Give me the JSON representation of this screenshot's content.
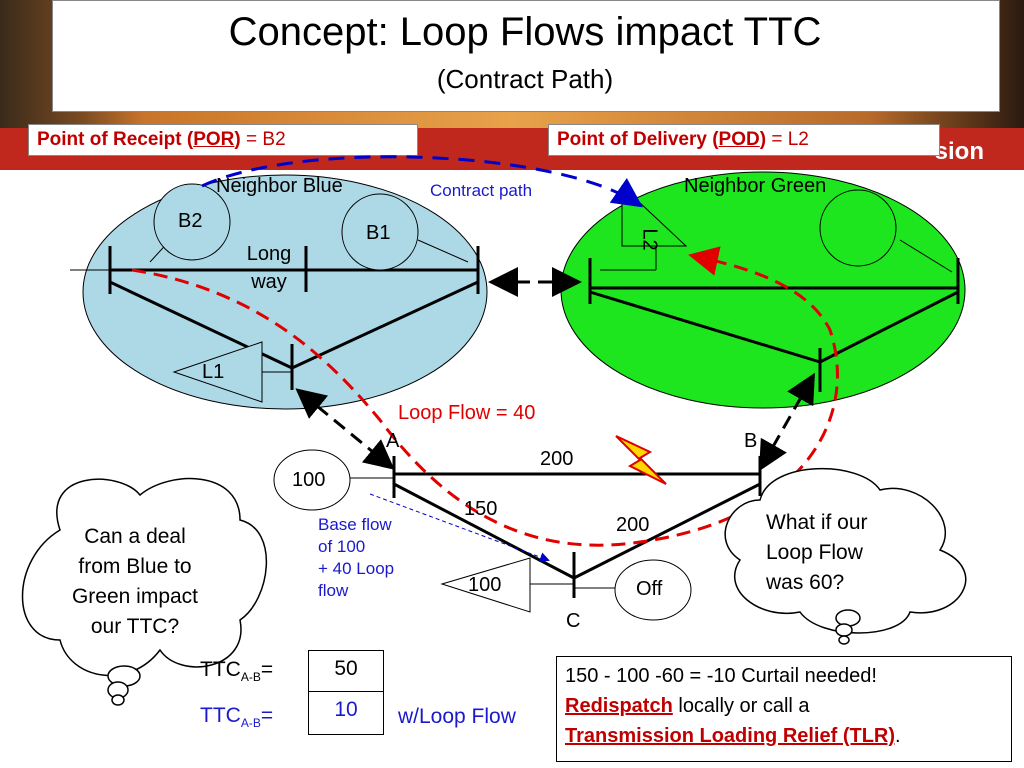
{
  "title": "Concept:  Loop Flows impact TTC",
  "subtitle": "(Contract Path)",
  "banner_word": "sion",
  "por": {
    "prefix": "Point of Receipt (",
    "abbr": "POR",
    "suffix": ")",
    "value": " = B2"
  },
  "pod": {
    "prefix": "Point of Delivery (",
    "abbr": "POD",
    "suffix": ")",
    "value": " = L2"
  },
  "neighbor_blue": {
    "label": "Neighbor Blue",
    "b2": "B2",
    "b1": "B1",
    "long_way": "Long\nway",
    "l1": "L1"
  },
  "neighbor_green": {
    "label": "Neighbor Green",
    "l2": "L2"
  },
  "contract_path": "Contract path",
  "loop_flow": "Loop Flow = 40",
  "nodes": {
    "a": "A",
    "b": "B",
    "c": "C"
  },
  "lines": {
    "ab": "200",
    "ac": "150",
    "bc": "200"
  },
  "gen_a": "100",
  "load_c": "100",
  "off": "Off",
  "base_flow": "Base flow\nof 100\n+ 40 Loop\nflow",
  "cloud_left": "Can a deal\nfrom Blue to\nGreen impact\nour TTC?",
  "cloud_right": "What if our\nLoop Flow\nwas 60?",
  "ttc": {
    "label": "TTC",
    "sub": "A-B",
    "eq": "=",
    "value": "50",
    "loop_value": "10",
    "wloop": "w/Loop Flow"
  },
  "note": {
    "line1": "150 - 100 -60 = -10      Curtail needed!",
    "redispatch": "Redispatch",
    "line2_rest": " locally or call a",
    "tlr": "Transmission Loading Relief (TLR)",
    "period": "."
  },
  "colors": {
    "blue_area": "#add8e6",
    "green_area": "#1ee61e",
    "red": "#e00000",
    "blue_arrow": "#0000cc",
    "ttc_blue": "#1a1acc"
  }
}
